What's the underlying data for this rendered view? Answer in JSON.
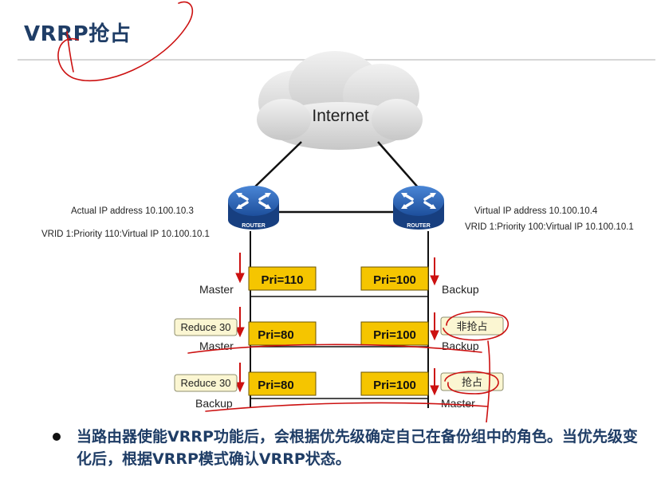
{
  "page": {
    "title": "VRRP抢占",
    "bullet": "当路由器使能VRRP功能后，会根据优先级确定自己在备份组中的角色。当优先级变化后，根据VRRP模式确认VRRP状态。"
  },
  "network": {
    "cloud_label": "Internet",
    "router_label": "ROUTER",
    "left_router": {
      "ip_line": "Actual IP address 10.100.10.3",
      "vrid_line": "VRID 1:Priority 110:Virtual IP  10.100.10.1"
    },
    "right_router": {
      "ip_line": "Virtual IP address 10.100.10.4",
      "vrid_line": "VRID 1:Priority 100:Virtual IP  10.100.10.1"
    }
  },
  "stages": [
    {
      "left_pri": "Pri=110",
      "right_pri": "Pri=100",
      "left_role": "Master",
      "right_role": "Backup",
      "left_note": "",
      "right_note": ""
    },
    {
      "left_pri": "Pri=80",
      "right_pri": "Pri=100",
      "left_role": "Master",
      "right_role": "Backup",
      "left_note": "Reduce 30",
      "right_note": "非抢占"
    },
    {
      "left_pri": "Pri=80",
      "right_pri": "Pri=100",
      "left_role": "Backup",
      "right_role": "Master",
      "left_note": "Reduce 30",
      "right_note": "抢占"
    }
  ],
  "colors": {
    "title": "#1f3d66",
    "pri_box": "#f5c500",
    "note_box": "#fbf6d2",
    "arrow": "#cc1111",
    "annotation": "#cc1111",
    "router_blue": "#1d4f9c"
  }
}
